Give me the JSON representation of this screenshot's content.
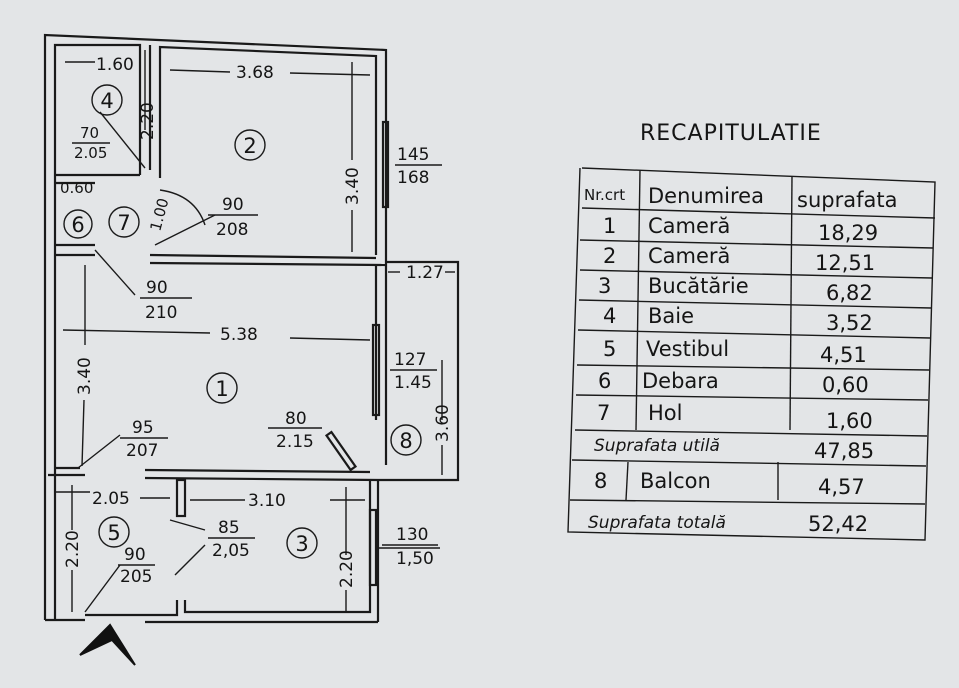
{
  "plan": {
    "rooms": [
      "1",
      "2",
      "3",
      "4",
      "5",
      "6",
      "7",
      "8"
    ],
    "dimensions": {
      "d160": "1.60",
      "d368": "3.68",
      "d220a": "2.20",
      "d340a": "3.40",
      "w145": "145",
      "w168": "168",
      "d070": "70",
      "d205a": "2.05",
      "d060": "0.60",
      "d100": "1.00",
      "door90a": "90",
      "door208": "208",
      "door90b": "90",
      "door210": "210",
      "d127": "1.27",
      "d538": "5.38",
      "d340b": "3.40",
      "w127": "127",
      "w145b": "1.45",
      "d360": "3.60",
      "door95": "95",
      "door207": "207",
      "door80": "80",
      "door215": "2.15",
      "d205b": "2.05",
      "d310": "3.10",
      "d220b": "2.20",
      "d220c": "2.20",
      "door85": "85",
      "door205b": "2,05",
      "door90c": "90",
      "door205c": "205",
      "w130": "130",
      "w150": "1,50"
    }
  },
  "table": {
    "title": "RECAPITULATIE",
    "headers": [
      "Nr.crt",
      "Denumirea",
      "suprafata"
    ],
    "rows": [
      {
        "nr": "1",
        "name": "Cameră",
        "area": "18,29"
      },
      {
        "nr": "2",
        "name": "Cameră",
        "area": "12,51"
      },
      {
        "nr": "3",
        "name": "Bucătărie",
        "area": "6,82"
      },
      {
        "nr": "4",
        "name": "Baie",
        "area": "3,52"
      },
      {
        "nr": "5",
        "name": "Vestibul",
        "area": "4,51"
      },
      {
        "nr": "6",
        "name": "Debara",
        "area": "0,60"
      },
      {
        "nr": "7",
        "name": "Hol",
        "area": "1,60"
      }
    ],
    "util_label": "Suprafata utilă",
    "util_value": "47,85",
    "balcon": {
      "nr": "8",
      "name": "Balcon",
      "area": "4,57"
    },
    "total_label": "Suprafata totală",
    "total_value": "52,42"
  }
}
